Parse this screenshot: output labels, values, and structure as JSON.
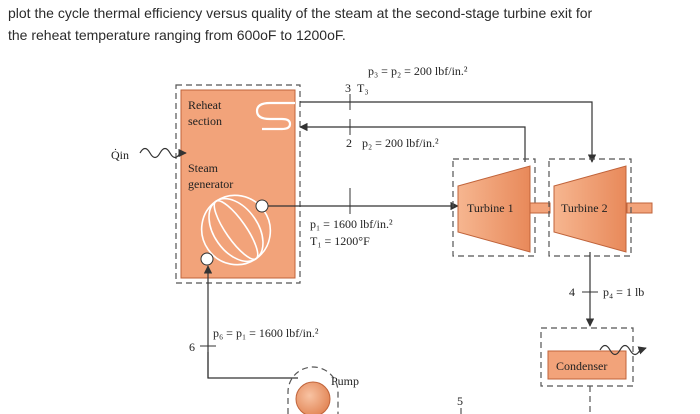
{
  "intro": {
    "line1": "plot the cycle thermal efficiency versus quality of the steam at the second-stage turbine exit for",
    "line2": "the reheat temperature ranging from 600oF to 1200oF."
  },
  "diagram": {
    "state3_label": "p₃ = p₂ = 200 lbf/in.²",
    "state3_num": "3",
    "state3_temp": "T₃",
    "state2_num": "2",
    "state2_label": "p₂ = 200 lbf/in.²",
    "heat_in": "Q̇in",
    "reheat_line1": "Reheat",
    "reheat_line2": "section",
    "steam_line1": "Steam",
    "steam_line2": "generator",
    "state1_p": "p₁ = 1600 lbf/in.²",
    "state1_t": "T₁ = 1200°F",
    "turbine1": "Turbine 1",
    "turbine2": "Turbine 2",
    "state4_num": "4",
    "state4_label": "p₄ = 1 lb",
    "state6_num": "6",
    "state6_label": "p₆ = p₁ = 1600 lbf/in.²",
    "condenser": "Condenser",
    "pump": "Pump",
    "state5_num": "5"
  },
  "colors": {
    "component_fill": "#f2a37a",
    "component_stroke": "#c0633a",
    "line": "#333333"
  }
}
